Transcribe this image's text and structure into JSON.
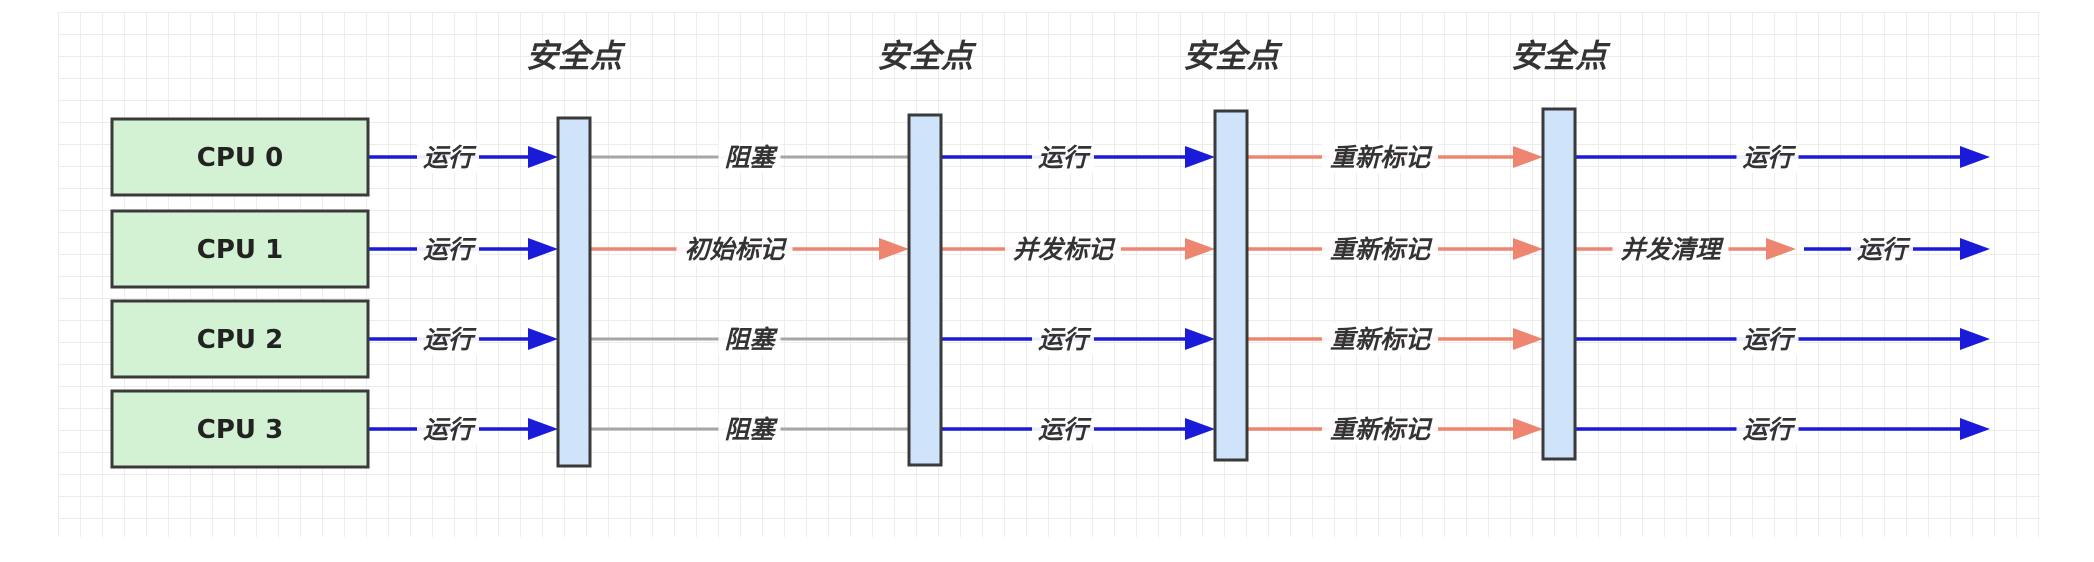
{
  "colors": {
    "run": "#1a1ad9",
    "mark": "#ee8570",
    "block": "#a6a6a6",
    "cpu_fill": "#d3f2d3",
    "cpu_border": "#3a3a3a",
    "safepoint_fill": "#cfe3fa",
    "safepoint_border": "#3a3a3a"
  },
  "safepoints": [
    {
      "label": "安全点"
    },
    {
      "label": "安全点"
    },
    {
      "label": "安全点"
    },
    {
      "label": "安全点"
    }
  ],
  "cpus": [
    {
      "label": "CPU 0"
    },
    {
      "label": "CPU 1"
    },
    {
      "label": "CPU 2"
    },
    {
      "label": "CPU 3"
    }
  ],
  "segments": [
    {
      "row": 0,
      "stage": 0,
      "label": "运行",
      "kind": "run"
    },
    {
      "row": 1,
      "stage": 0,
      "label": "运行",
      "kind": "run"
    },
    {
      "row": 2,
      "stage": 0,
      "label": "运行",
      "kind": "run"
    },
    {
      "row": 3,
      "stage": 0,
      "label": "运行",
      "kind": "run"
    },
    {
      "row": 0,
      "stage": 1,
      "label": "阻塞",
      "kind": "block"
    },
    {
      "row": 1,
      "stage": 1,
      "label": "初始标记",
      "kind": "mark"
    },
    {
      "row": 2,
      "stage": 1,
      "label": "阻塞",
      "kind": "block"
    },
    {
      "row": 3,
      "stage": 1,
      "label": "阻塞",
      "kind": "block"
    },
    {
      "row": 0,
      "stage": 2,
      "label": "运行",
      "kind": "run"
    },
    {
      "row": 1,
      "stage": 2,
      "label": "并发标记",
      "kind": "mark"
    },
    {
      "row": 2,
      "stage": 2,
      "label": "运行",
      "kind": "run"
    },
    {
      "row": 3,
      "stage": 2,
      "label": "运行",
      "kind": "run"
    },
    {
      "row": 0,
      "stage": 3,
      "label": "重新标记",
      "kind": "mark"
    },
    {
      "row": 1,
      "stage": 3,
      "label": "重新标记",
      "kind": "mark"
    },
    {
      "row": 2,
      "stage": 3,
      "label": "重新标记",
      "kind": "mark"
    },
    {
      "row": 3,
      "stage": 3,
      "label": "重新标记",
      "kind": "mark"
    },
    {
      "row": 0,
      "stage": 4,
      "label": "运行",
      "kind": "run"
    },
    {
      "row": 1,
      "stage": 4,
      "label": "并发清理",
      "kind": "mark",
      "part": "a"
    },
    {
      "row": 1,
      "stage": 4,
      "label": "运行",
      "kind": "run",
      "part": "b"
    },
    {
      "row": 2,
      "stage": 4,
      "label": "运行",
      "kind": "run"
    },
    {
      "row": 3,
      "stage": 4,
      "label": "运行",
      "kind": "run"
    }
  ]
}
